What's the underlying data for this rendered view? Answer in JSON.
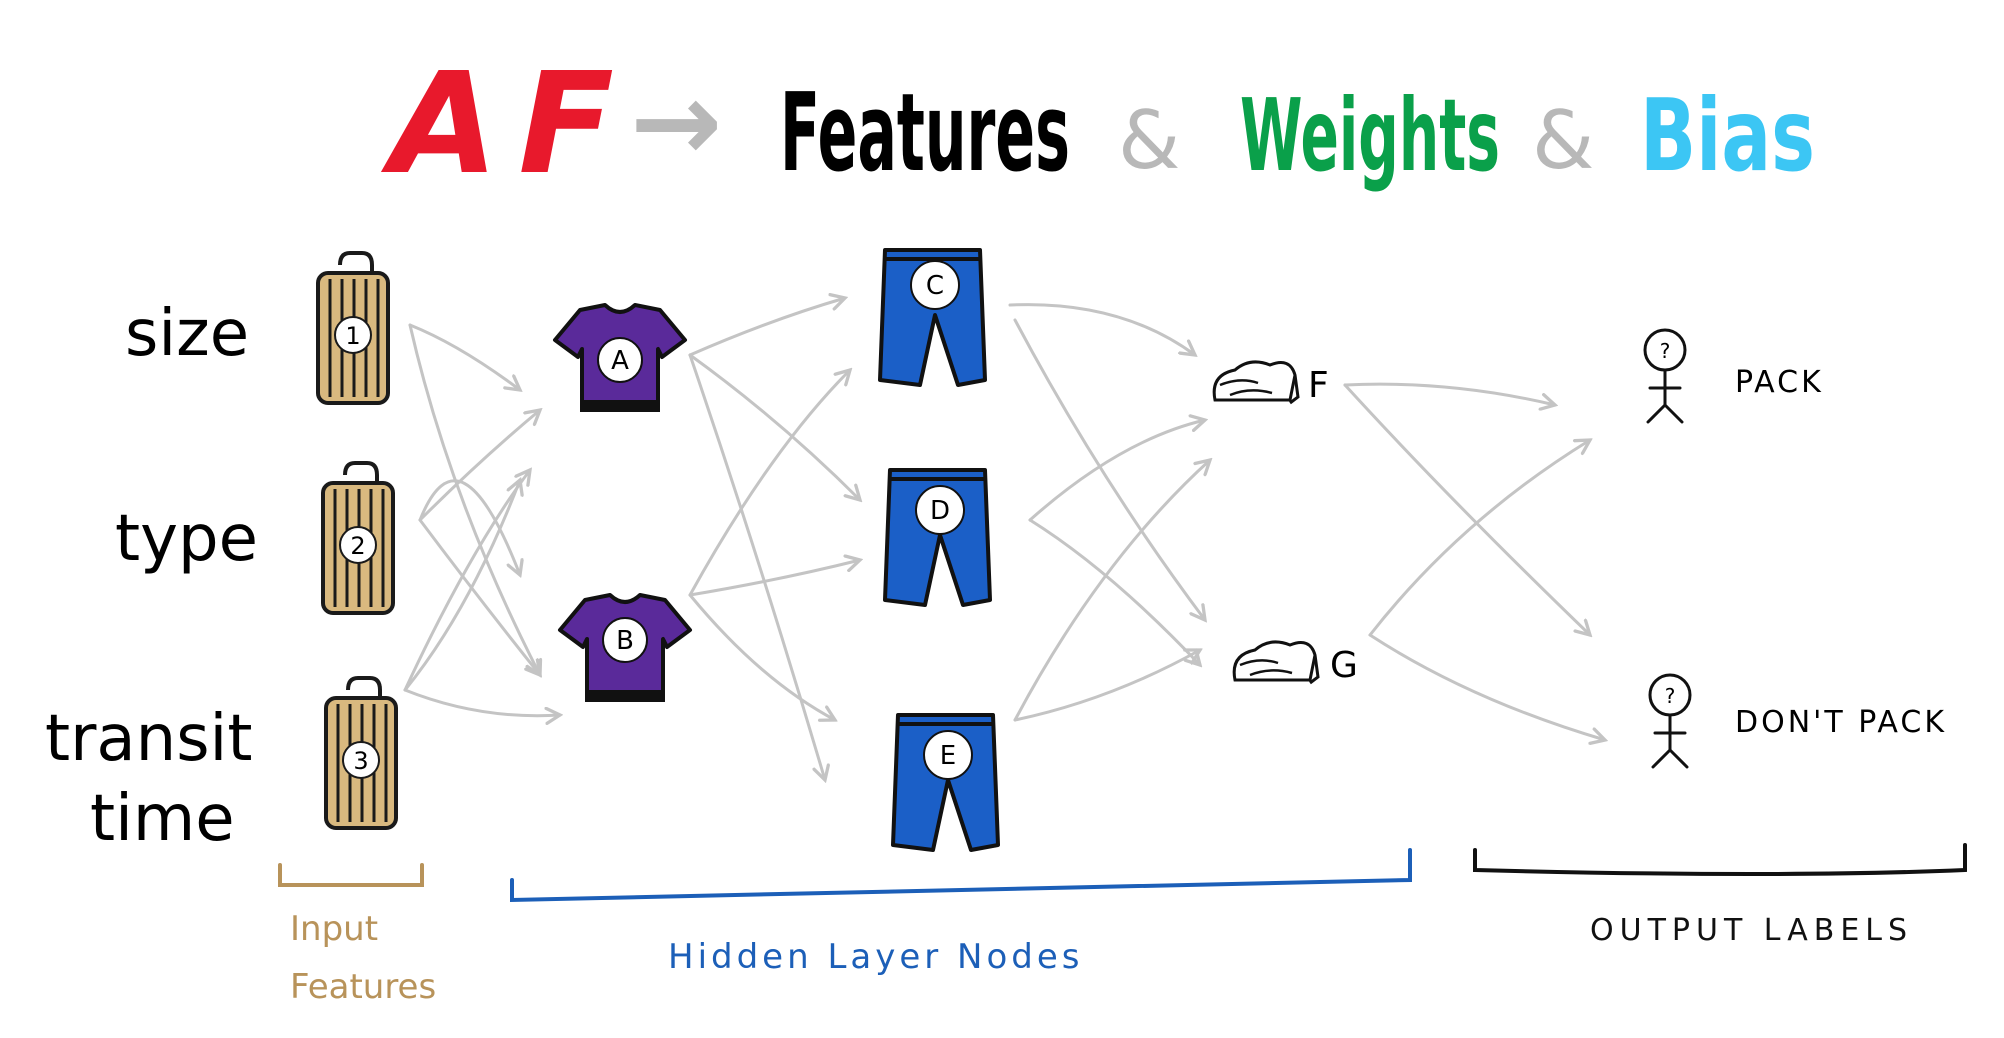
{
  "title": {
    "prefix": "AF",
    "arrow": "→",
    "features": "Features",
    "amp1": "&",
    "weights": "Weights",
    "amp2": "&",
    "bias": "Bias"
  },
  "input_labels": [
    "size",
    "type",
    "transit",
    "time"
  ],
  "input_nodes": [
    "1",
    "2",
    "3"
  ],
  "hidden_shirts": [
    "A",
    "B"
  ],
  "hidden_pants": [
    "C",
    "D",
    "E"
  ],
  "hidden_bread": [
    "F",
    "G"
  ],
  "outputs": [
    "PACK",
    "DON'T PACK"
  ],
  "output_marker": "?",
  "brackets": {
    "input": "Input Features",
    "input_line1": "Input",
    "input_line2": "Features",
    "hidden": "Hidden Layer Nodes",
    "output": "OUTPUT LABELS"
  },
  "colors": {
    "af": "#e8192c",
    "arrow": "#b8b8b8",
    "features": "#000000",
    "weights": "#0aa04a",
    "bias": "#3cc6f4",
    "edge": "#c4c4c4",
    "bag": "#c9a46a",
    "shirt": "#5a2a9a",
    "pants": "#1b5fc7",
    "input_bracket": "#b8935a",
    "hidden_bracket": "#1c5fb8",
    "output_bracket": "#111111"
  },
  "icons": {
    "input_node": "luggage-icon",
    "hidden_shirt": "tshirt-icon",
    "hidden_pants": "pants-icon",
    "hidden_bread": "bread-icon",
    "output_node": "stick-figure-icon"
  }
}
